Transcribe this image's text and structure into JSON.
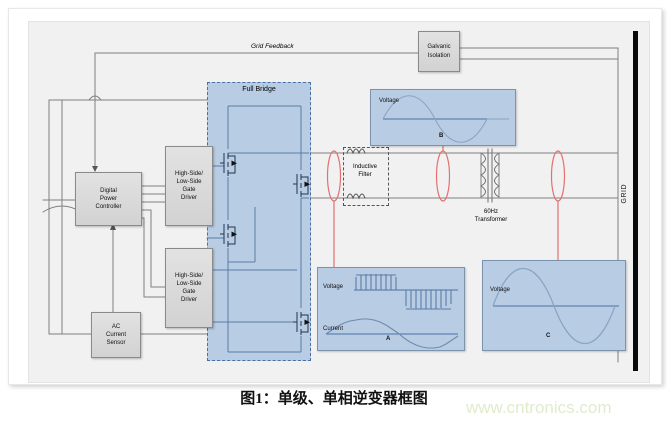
{
  "diagram": {
    "title_caption": "图1：单级、单相逆变器框图",
    "watermark": "www.cntronics.com",
    "grid_label": "GRID",
    "grid_feedback_label": "Grid Feedback",
    "blocks": [
      {
        "id": "digital-power-controller",
        "label": "Digital\nPower\nController"
      },
      {
        "id": "gate-driver-top",
        "label": "High-Side/\nLow-Side\nGate\nDriver"
      },
      {
        "id": "gate-driver-bottom",
        "label": "High-Side/\nLow-Side\nGate\nDriver"
      },
      {
        "id": "ac-current-sensor",
        "label": "AC\nCurrent\nSensor"
      },
      {
        "id": "galvanic-isolation",
        "label": "Galvanic\nIsolation"
      },
      {
        "id": "inductive-filter",
        "label": "Inductive\nFilter"
      },
      {
        "id": "full-bridge",
        "label": "Full Bridge"
      },
      {
        "id": "transformer",
        "label": "60Hz\nTransformer"
      }
    ],
    "scopes": [
      {
        "id": "scope-a",
        "marker": "A",
        "traces": [
          "Voltage",
          "Current"
        ]
      },
      {
        "id": "scope-b",
        "marker": "B",
        "traces": [
          "Voltage"
        ]
      },
      {
        "id": "scope-c",
        "marker": "C",
        "traces": [
          "Voltage"
        ]
      }
    ],
    "labels": {
      "voltage": "Voltage",
      "current": "Current",
      "full_bridge": "Full Bridge",
      "transformer": "60Hz\nTransformer",
      "inductive_filter": "Inductive\nFilter",
      "galvanic_isolation": "Galvanic\nIsolation",
      "marker_a": "A",
      "marker_b": "B",
      "marker_c": "C"
    },
    "colors": {
      "canvas_bg": "#f1f1f1",
      "block_fill": "#dcdcdc",
      "block_stroke": "#8a8a8a",
      "scope_fill": "#b8cce4",
      "scope_stroke": "#7b93ad",
      "bridge_dash": "#4a6fa5",
      "wire": "#808080",
      "marker_red": "#e2716f",
      "grid_bar": "#0a0a0a",
      "watermark": "#dfeccd"
    }
  }
}
